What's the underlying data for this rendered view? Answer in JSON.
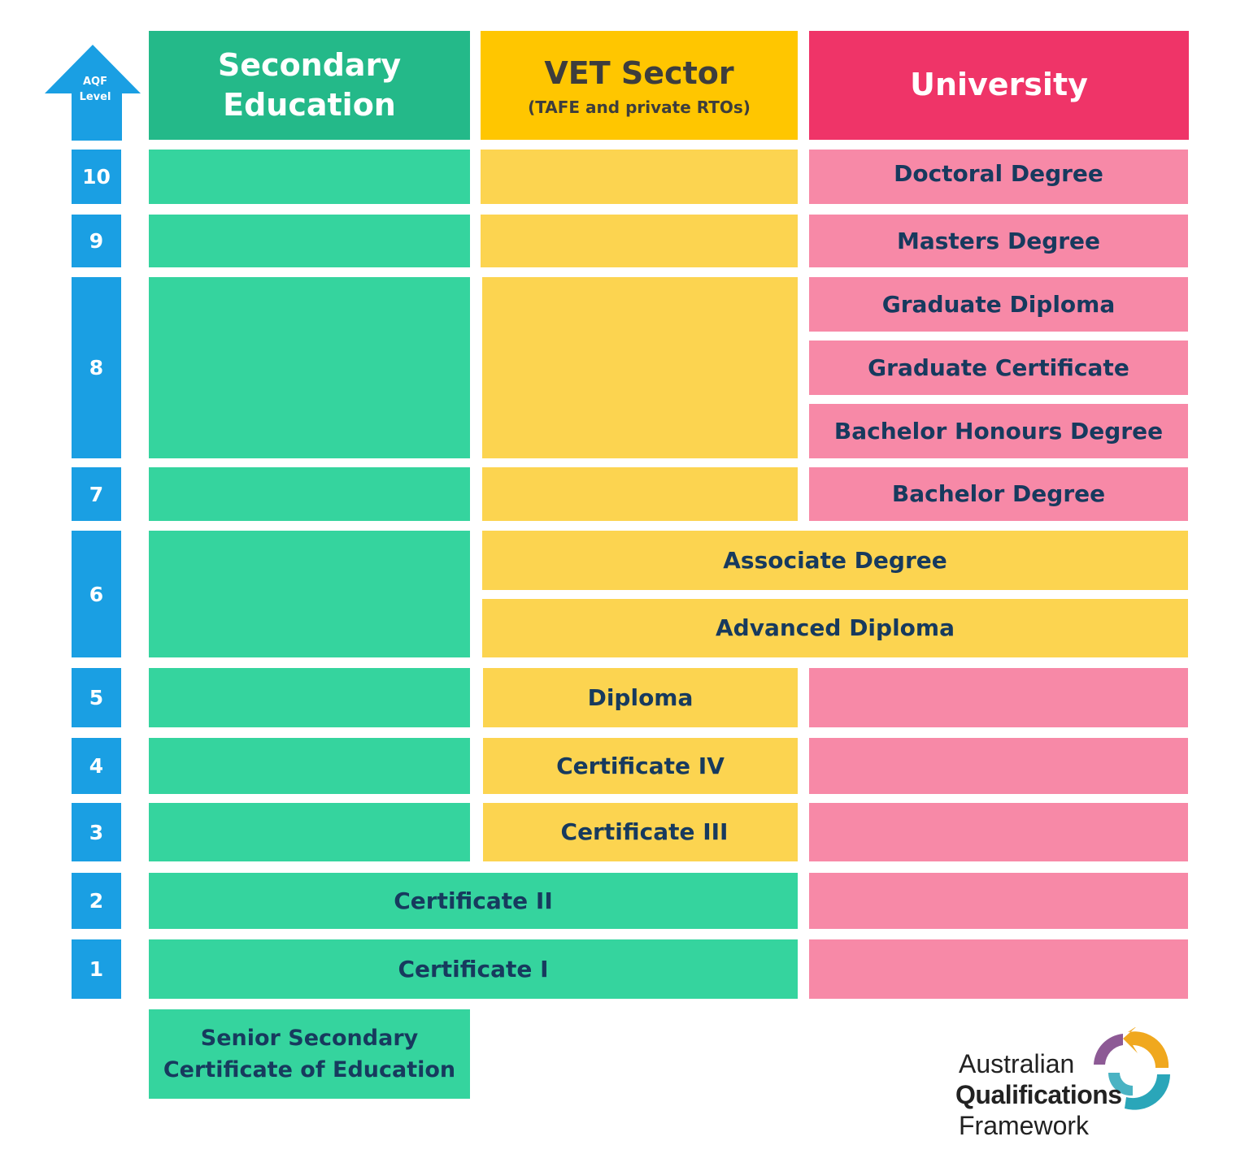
{
  "colors": {
    "secondary_header": "#24b989",
    "vet_header": "#ffc600",
    "university_header": "#ef3468",
    "secondary_cell": "#35d49e",
    "vet_cell": "#fcd450",
    "university_cell": "#f789a7",
    "level_bar": "#1a9fe3",
    "text_dark": "#173a5e"
  },
  "axis": {
    "label_line1": "AQF",
    "label_line2": "Level"
  },
  "headers": {
    "secondary": {
      "line1": "Secondary",
      "line2": "Education"
    },
    "vet": {
      "title": "VET Sector",
      "subtitle": "(TAFE and private RTOs)"
    },
    "university": {
      "title": "University"
    }
  },
  "levels": [
    "10",
    "9",
    "8",
    "7",
    "6",
    "5",
    "4",
    "3",
    "2",
    "1"
  ],
  "qualifications": {
    "doctoral": "Doctoral Degree",
    "masters": "Masters Degree",
    "graduate_diploma": "Graduate Diploma",
    "graduate_certificate": "Graduate Certificate",
    "bachelor_honours": "Bachelor Honours Degree",
    "bachelor": "Bachelor Degree",
    "associate": "Associate Degree",
    "advanced_diploma": "Advanced Diploma",
    "diploma": "Diploma",
    "certificate_iv": "Certificate IV",
    "certificate_iii": "Certificate III",
    "certificate_ii": "Certificate II",
    "certificate_i": "Certificate I",
    "senior_secondary_line1": "Senior Secondary",
    "senior_secondary_line2": "Certificate of Education"
  },
  "logo": {
    "line1": "Australian",
    "line2": "Qualifications",
    "line3": "Framework"
  }
}
